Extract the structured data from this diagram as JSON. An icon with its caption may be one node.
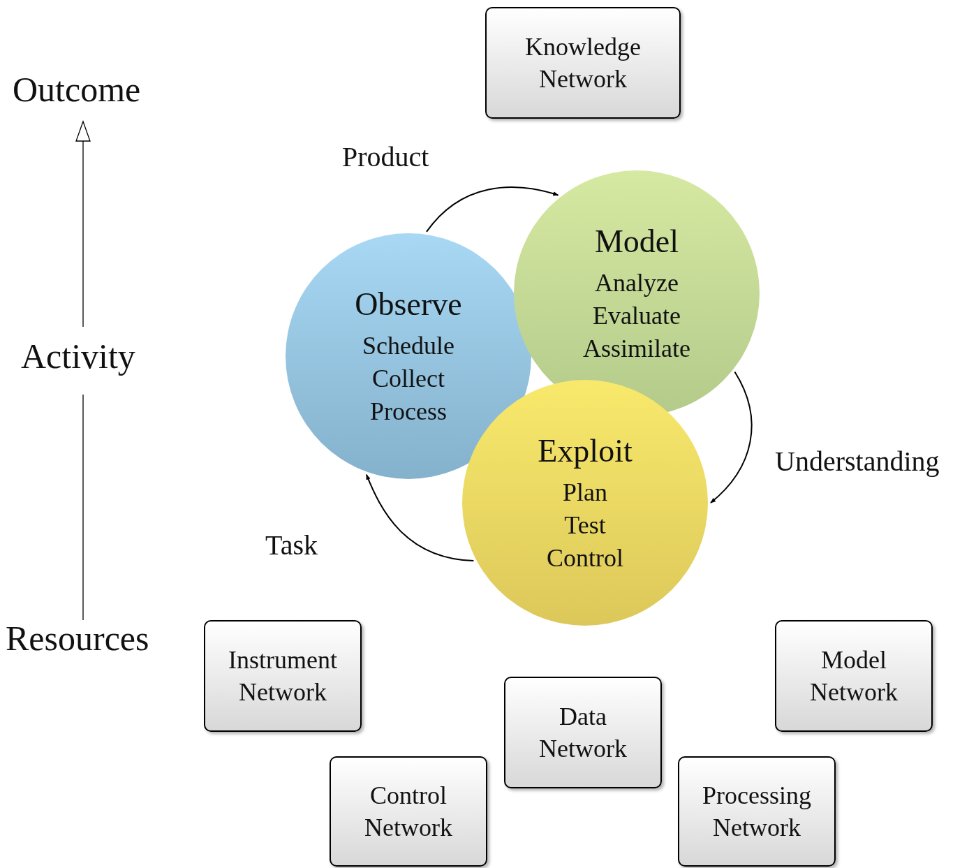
{
  "diagram": {
    "nodes": [
      {
        "text": [
          "Knowledge Network"
        ]
      },
      {
        "text": [
          "Observe",
          "Schedule",
          "Collect",
          "Process"
        ]
      },
      {
        "text": [
          "Model",
          "Analyze",
          "Evaluate",
          "Assimilate"
        ]
      },
      {
        "text": [
          "Exploit",
          "Plan",
          "Test",
          "Control"
        ]
      },
      {
        "text": [
          "Instrument Network"
        ]
      },
      {
        "text": [
          "Data Network"
        ]
      },
      {
        "text": [
          "Model Network"
        ]
      },
      {
        "text": [
          "Control Network"
        ]
      },
      {
        "text": [
          "Processing Network"
        ]
      }
    ],
    "edges": [
      {
        "from": 1,
        "to": 2,
        "arrow": "to",
        "label": "Product"
      },
      {
        "from": 2,
        "to": 3,
        "arrow": "to",
        "label": "Understanding"
      },
      {
        "from": 3,
        "to": 1,
        "arrow": "to",
        "label": "Task"
      }
    ],
    "labels": [
      "Outcome",
      "Activity",
      "Resources"
    ]
  }
}
